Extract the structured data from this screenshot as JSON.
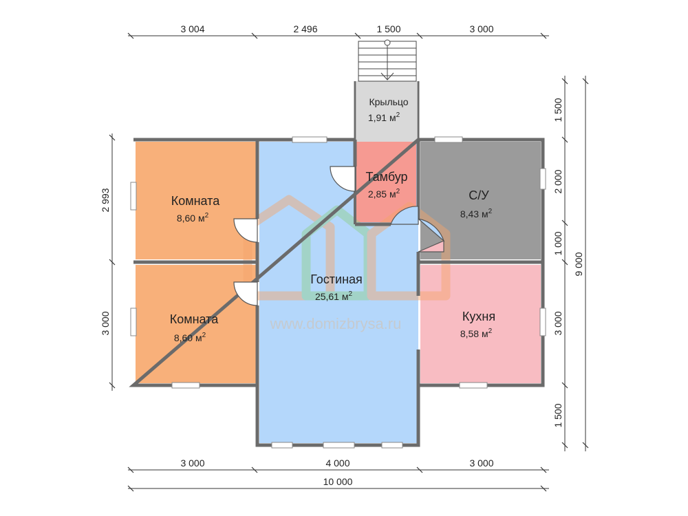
{
  "dimensions": {
    "top": [
      "3 004",
      "2 496",
      "1 500",
      "3 000"
    ],
    "bottom": [
      "3 000",
      "4 000",
      "3 000"
    ],
    "bottom_total": "10 000",
    "left": [
      "2 993",
      "3 000"
    ],
    "right": [
      "1 500",
      "2 000",
      "1 000",
      "3 000",
      "1 500"
    ],
    "right_total": "9 000"
  },
  "rooms": {
    "room1": {
      "name": "Комната",
      "area": "8,60 м"
    },
    "room2": {
      "name": "Комната",
      "area": "8,60 м"
    },
    "living": {
      "name": "Гостиная",
      "area": "25,61 м"
    },
    "vestibule": {
      "name": "Тамбур",
      "area": "2,85 м"
    },
    "porch": {
      "name": "Крыльцо",
      "area": "1,91 м"
    },
    "bathroom": {
      "name": "С/У",
      "area": "8,43 м"
    },
    "kitchen": {
      "name": "Кухня",
      "area": "8,58 м"
    }
  },
  "area_unit_exponent": "2",
  "watermark": "www.domizbrysa.ru",
  "colors": {
    "room": "#f8b07a",
    "living": "#b4d7fb",
    "vestibule": "#f69a92",
    "porch": "#d9d9d9",
    "bathroom": "#9b9b9b",
    "kitchen": "#f8bcc2",
    "wall": "#6b6b6b"
  }
}
